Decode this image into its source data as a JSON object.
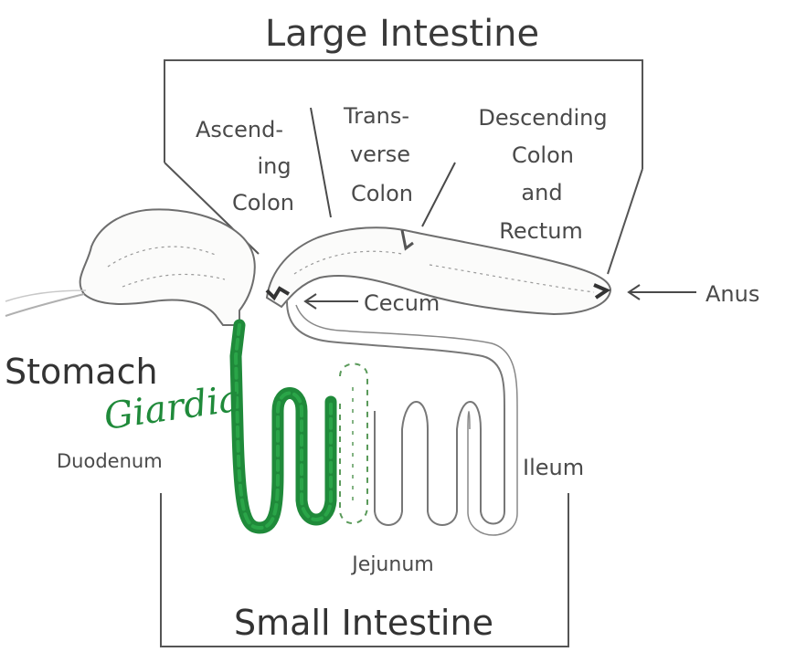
{
  "labels": {
    "large_intestine": "Large Intestine",
    "ascending_colon": [
      "Ascend-",
      "ing",
      "Colon"
    ],
    "transverse_colon": [
      "Trans-",
      "verse",
      "Colon"
    ],
    "descending_colon": [
      "Descending",
      "Colon",
      "and",
      "Rectum"
    ],
    "cecum": "Cecum",
    "anus": "Anus",
    "stomach": "Stomach",
    "giardia": "Giardia",
    "duodenum": "Duodenum",
    "ileum": "Ileum",
    "jejunum": "Jejunum",
    "small_intestine": "Small Intestine"
  },
  "colors": {
    "giardia_highlight": "#1f8a3a",
    "outline": "#6e6e6e",
    "text": "#4a4a4a"
  }
}
